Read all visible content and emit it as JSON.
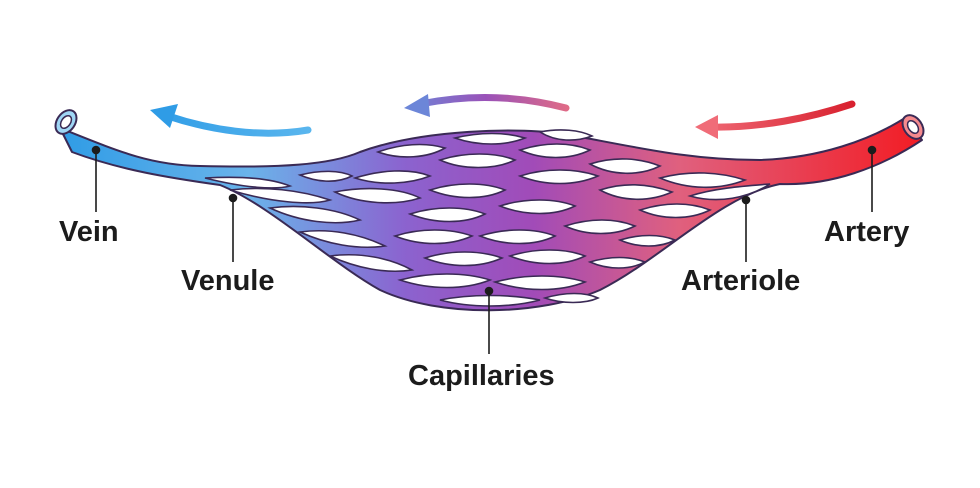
{
  "labels": {
    "vein": "Vein",
    "venule": "Venule",
    "capillaries": "Capillaries",
    "arteriole": "Arteriole",
    "artery": "Artery"
  },
  "colors": {
    "vein_blue": "#3aa3e6",
    "capillary_purple": "#8a4ec4",
    "artery_red": "#f0202a",
    "outline": "#3a2a55",
    "text": "#1c1c1c"
  },
  "flow_direction": "artery-to-vein (right to left)"
}
